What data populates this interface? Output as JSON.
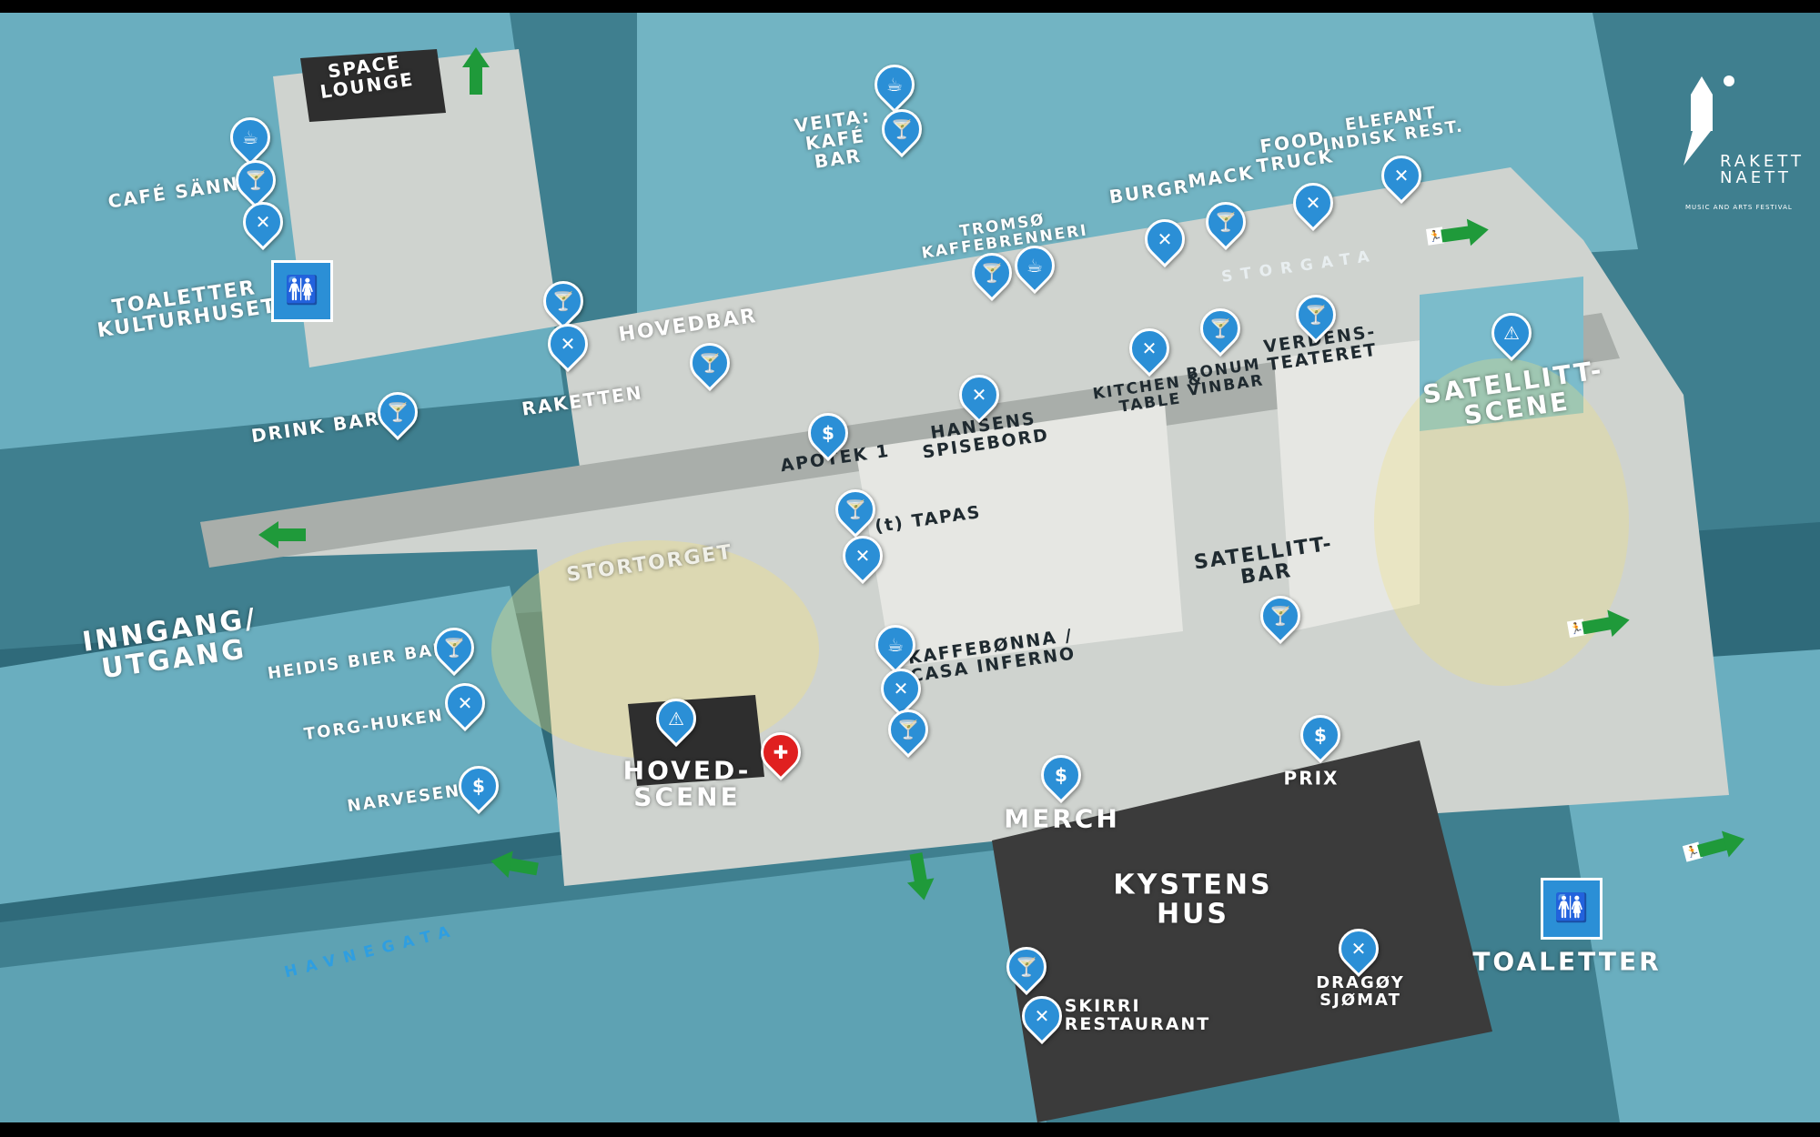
{
  "logo": {
    "line1": "RAKETT",
    "line2": "NAETT",
    "subtitle": "MUSIC AND ARTS FESTIVAL"
  },
  "labels": {
    "space_lounge": "SPACE\nLOUNGE",
    "cafe_sann": "CAFÉ SÄNN",
    "toaletter_kulturhuset": "TOALETTER\nKULTURHUSET",
    "drink_bar": "DRINK BAR",
    "raketten": "RAKETTEN",
    "hovedbar": "HOVEDBAR",
    "veita": "VEITA:\nKAFÉ\nBAR",
    "tromso": "TROMSØ\nKAFFEBRENNERI",
    "burgr": "BURGR",
    "mack": "MACK",
    "food_truck": "FOOD\nTRUCK",
    "elefant": "ELEFANT\nINDISK REST.",
    "storgata": "STORGATA",
    "kitchen": "KITCHEN &\nTABLE",
    "bonum": "BONUM\nVINBAR",
    "verdensteateret": "VERDENS-\nTEATERET",
    "satellitt_scene": "SATELLITT-\nSCENE",
    "apotek": "APOTEK 1",
    "hansens": "HANSENS\nSPISEBORD",
    "tapas": "(t) TAPAS",
    "stortorget": "STORTORGET",
    "satellitt_bar": "SATELLITT-\nBAR",
    "inngang": "INNGANG/\nUTGANG",
    "heidis": "HEIDIS BIER BAR",
    "torg_huken": "TORG-HUKEN",
    "narvesen": "NARVESEN",
    "kaffebonna": "KAFFEBØNNA /\nCASA INFERNO",
    "hovedscene": "HOVED-\nSCENE",
    "merch": "MERCH",
    "prix": "PRIX",
    "kystens_hus": "KYSTENS\nHUS",
    "dragoy": "DRAGØY\nSJØMAT",
    "skirri": "SKIRRI\nRESTAURANT",
    "toaletter": "TOALETTER",
    "havnegata": "HAVNEGATA"
  },
  "icons": {
    "cafe": "☕",
    "bar": "🍸",
    "food": "✕",
    "money": "$",
    "toilet": "🚻",
    "stage": "⚠",
    "first_aid": "✚",
    "exit": "🏃"
  },
  "colors": {
    "pin": "#2b8fd6",
    "exit": "#1f9a3a",
    "first_aid": "#e02020"
  }
}
